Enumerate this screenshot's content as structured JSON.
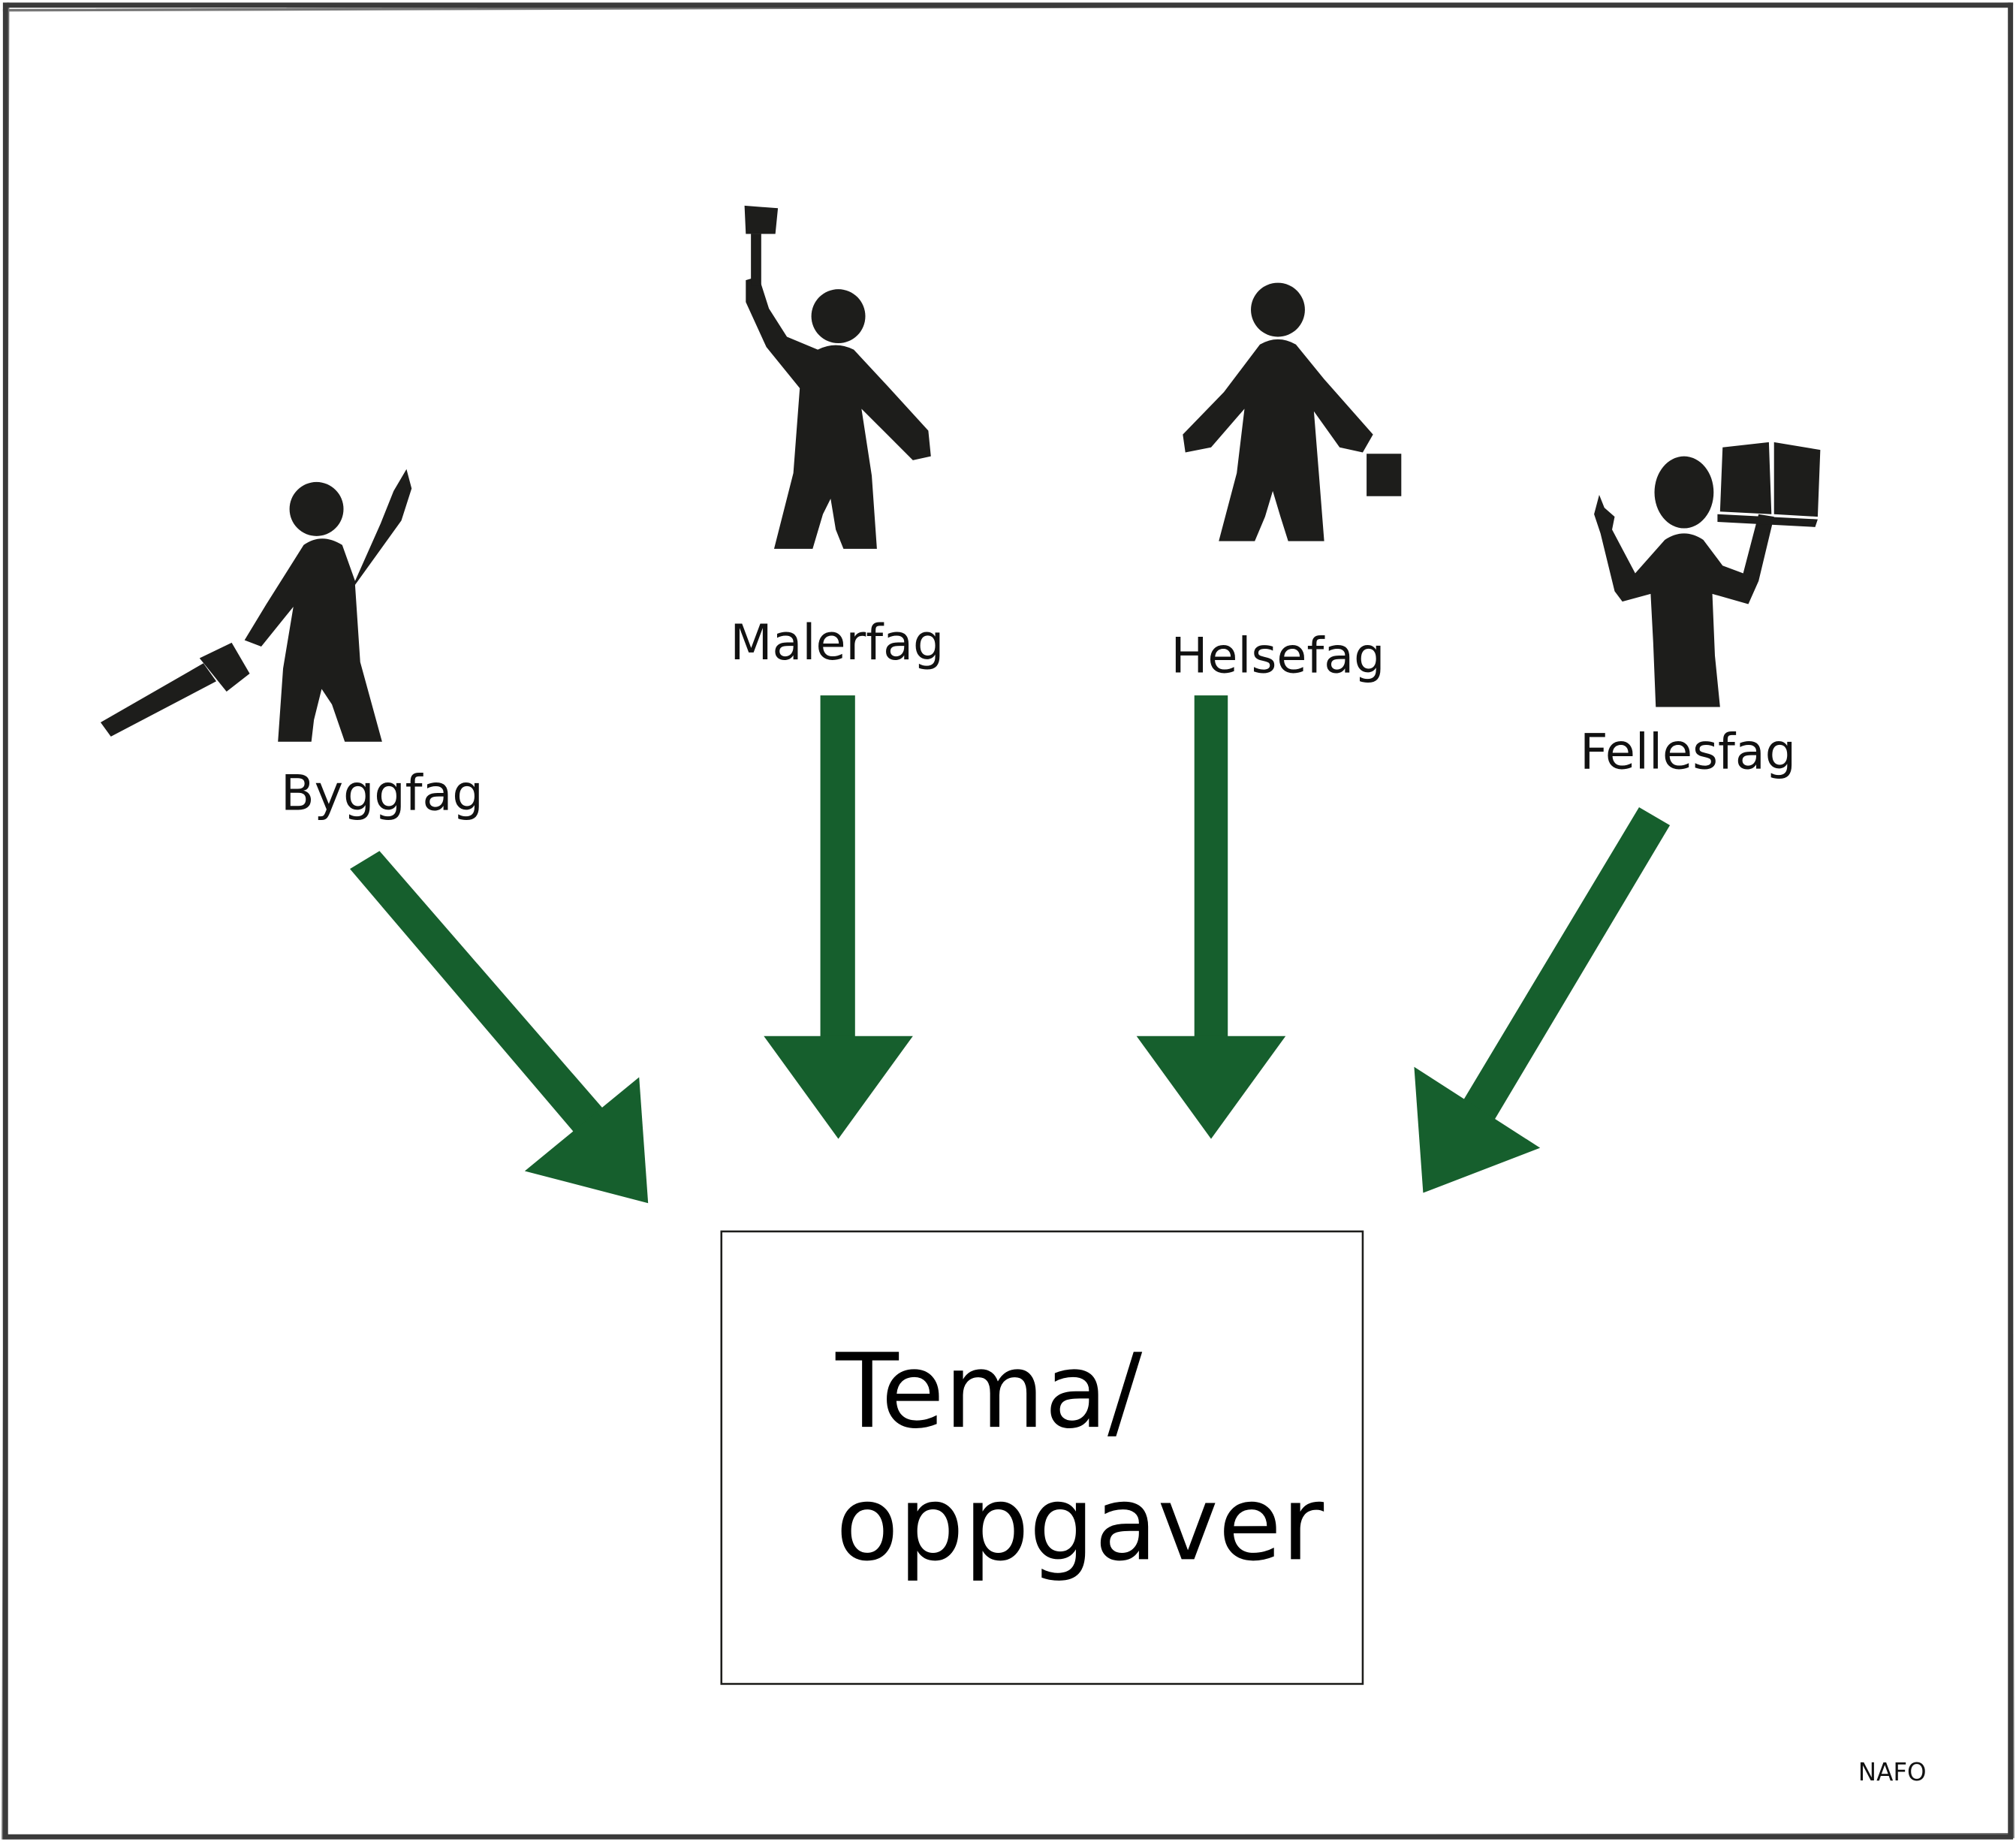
{
  "diagram": {
    "sources": [
      {
        "label": "Byggfag",
        "icon": "person-with-saw-icon"
      },
      {
        "label": "Malerfag",
        "icon": "person-with-paintbrush-icon"
      },
      {
        "label": "Helsefag",
        "icon": "person-with-bag-icon"
      },
      {
        "label": "Fellesfag",
        "icon": "person-with-book-icon"
      }
    ],
    "target": {
      "line1": "Tema/",
      "line2": "oppgaver"
    },
    "credit": "NAFO",
    "colors": {
      "arrow": "#165f2d",
      "figure": "#1d1d1b",
      "frame": "#3a3a3a"
    }
  }
}
